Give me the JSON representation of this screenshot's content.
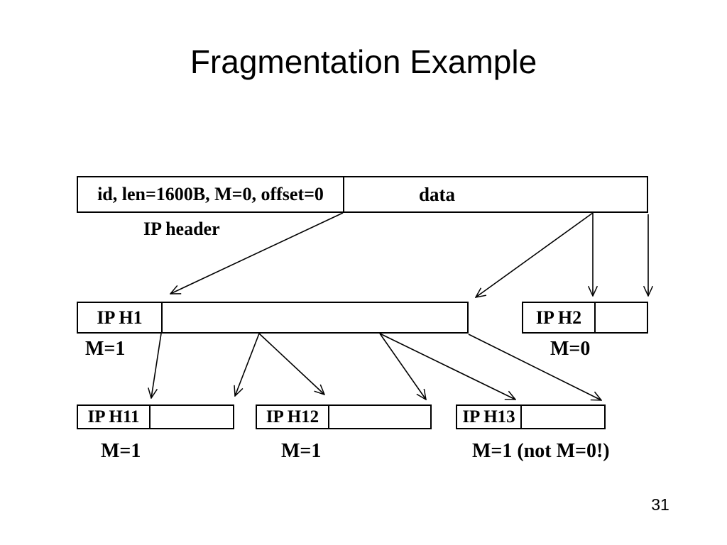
{
  "slide": {
    "title": "Fragmentation Example",
    "page_number": "31"
  },
  "diagram": {
    "original_packet": {
      "header_label": "id, len=1600B, M=0, offset=0",
      "data_label": "data",
      "caption": "IP header"
    },
    "fragment1": {
      "header_label": "IP H1",
      "flag_label": "M=1"
    },
    "fragment2": {
      "header_label": "IP H2",
      "flag_label": "M=0"
    },
    "fragment11": {
      "header_label": "IP H11",
      "flag_label": "M=1"
    },
    "fragment12": {
      "header_label": "IP H12",
      "flag_label": "M=1"
    },
    "fragment13": {
      "header_label": "IP H13",
      "flag_label": "M=1 (not M=0!)"
    },
    "colors": {
      "stroke": "#000000",
      "background": "#ffffff"
    }
  }
}
